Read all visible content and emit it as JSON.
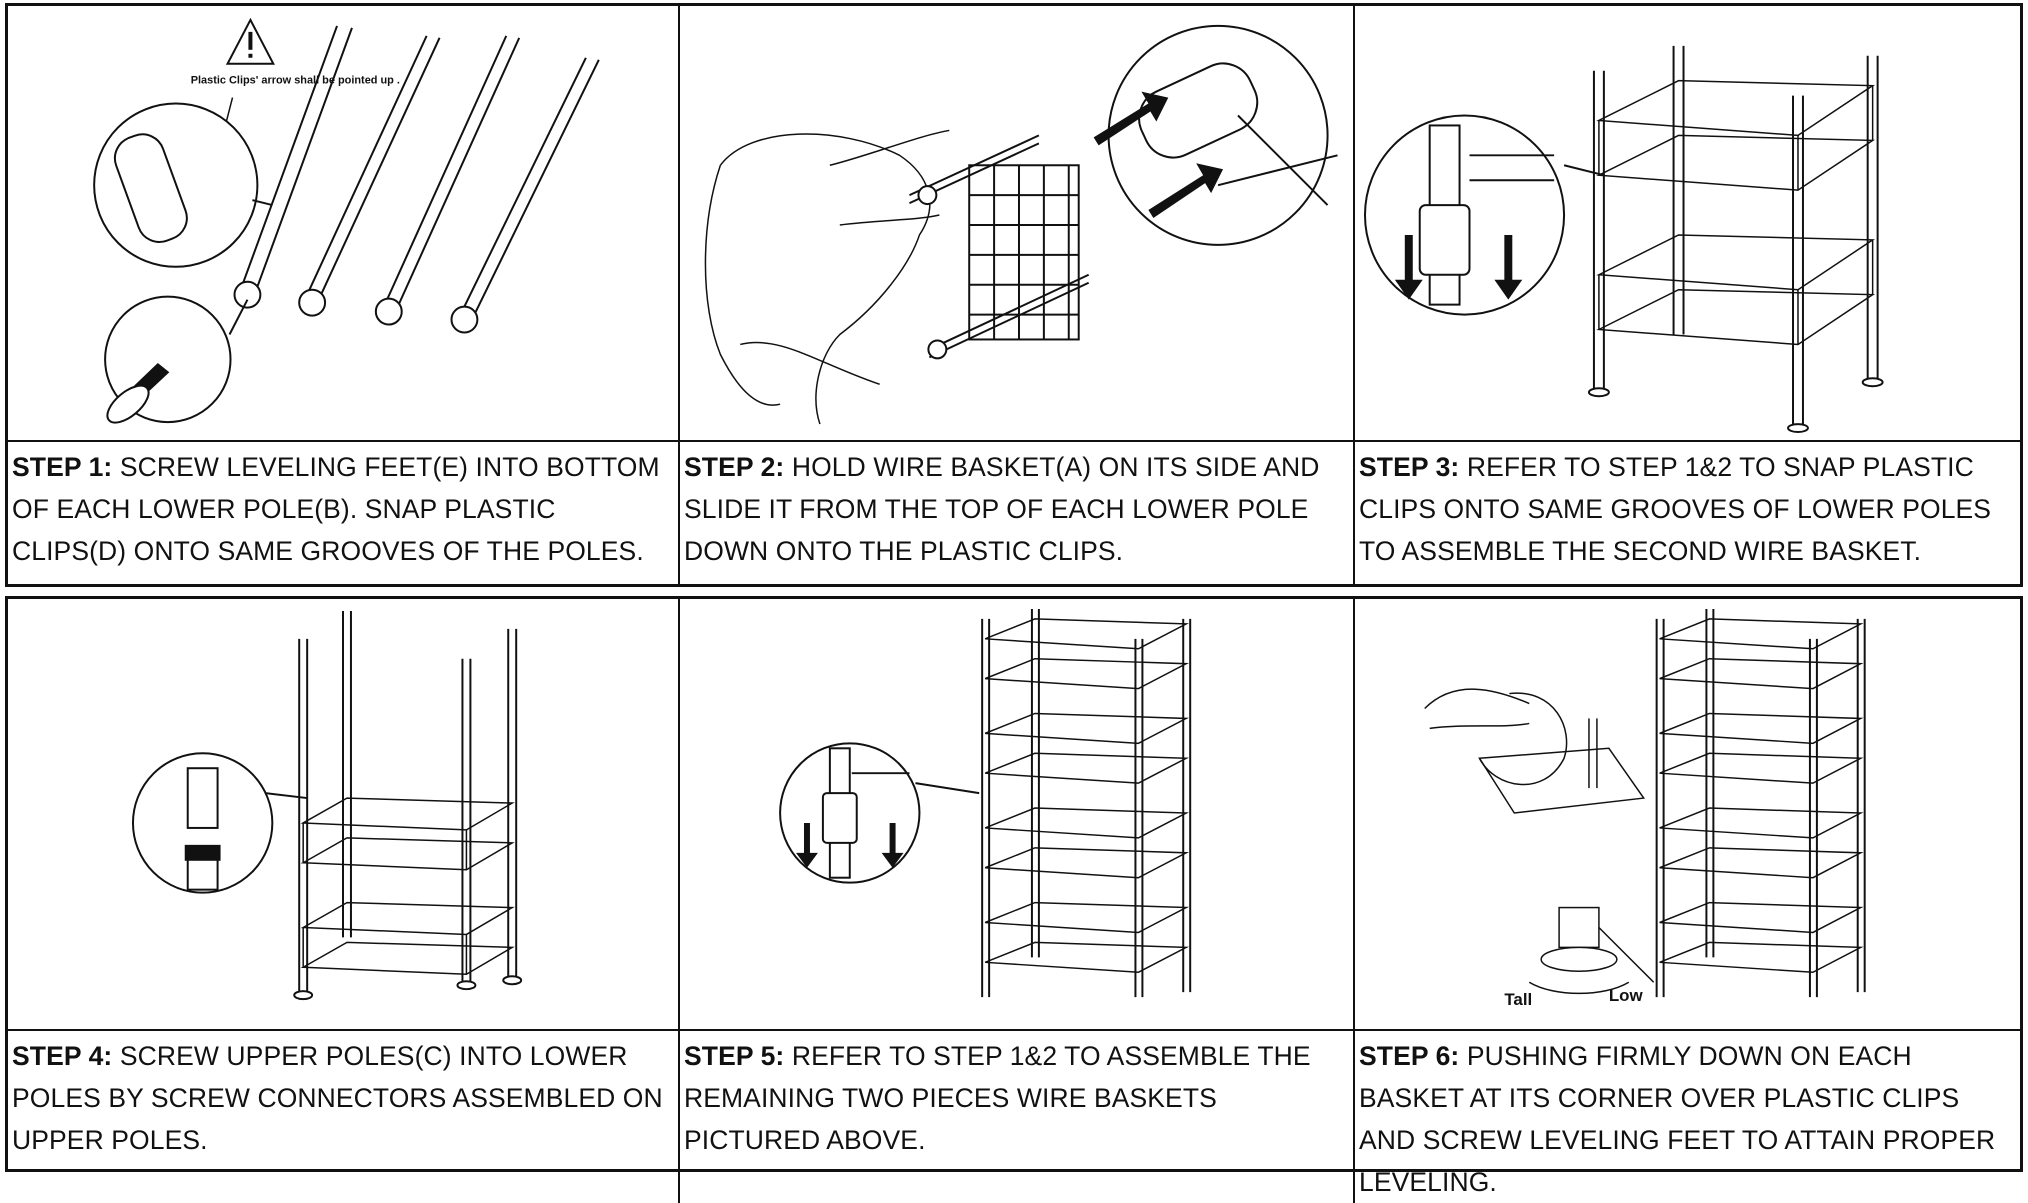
{
  "steps": [
    {
      "label": "STEP 1:",
      "text": " SCREW LEVELING FEET(E) INTO BOTTOM OF EACH LOWER POLE(B). SNAP PLASTIC CLIPS(D) ONTO SAME GROOVES OF THE POLES.",
      "callout": "Plastic Clips' arrow shall be pointed up ."
    },
    {
      "label": "STEP 2:",
      "text": " HOLD WIRE BASKET(A) ON ITS SIDE AND SLIDE IT FROM THE TOP OF EACH LOWER POLE DOWN ONTO THE PLASTIC CLIPS."
    },
    {
      "label": "STEP 3:",
      "text": " REFER TO STEP 1&2 TO SNAP PLASTIC CLIPS ONTO SAME GROOVES OF LOWER POLES TO ASSEMBLE THE SECOND WIRE BASKET."
    },
    {
      "label": "STEP 4:",
      "text": " SCREW UPPER POLES(C) INTO LOWER POLES BY SCREW CONNECTORS ASSEMBLED ON UPPER POLES."
    },
    {
      "label": "STEP 5:",
      "text": " REFER TO STEP 1&2 TO ASSEMBLE THE REMAINING TWO PIECES WIRE BASKETS PICTURED ABOVE."
    },
    {
      "label": "STEP 6:",
      "text": " PUSHING FIRMLY DOWN ON EACH BASKET AT ITS CORNER OVER PLASTIC CLIPS AND SCREW LEVELING FEET TO ATTAIN PROPER LEVELING.",
      "tall_label": "Tall",
      "low_label": "Low"
    }
  ],
  "icons": {
    "warning": "warning-triangle-icon",
    "arrow": "arrow-icon"
  }
}
